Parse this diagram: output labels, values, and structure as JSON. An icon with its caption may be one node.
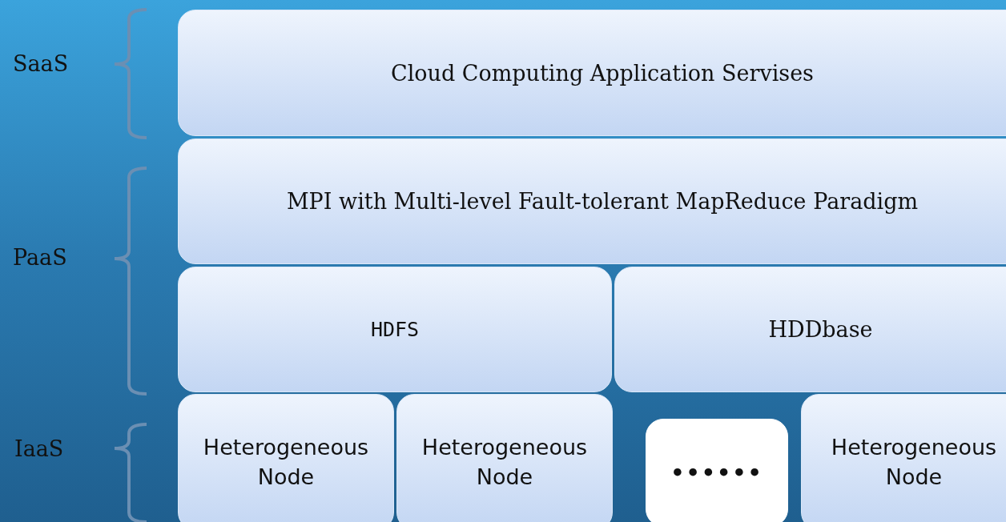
{
  "diagram": {
    "nodes": [
      {
        "text": [
          "Cloud Computing  Application Servises"
        ]
      },
      {
        "text": [
          "MPI with Multi-level Fault-tolerant MapReduce Paradigm"
        ]
      },
      {
        "text": [
          "HDFS"
        ]
      },
      {
        "text": [
          "HDDbase"
        ]
      },
      {
        "text": [
          "Heterogeneous Node"
        ]
      },
      {
        "text": [
          "Heterogeneous Node"
        ]
      },
      {
        "text": [
          "••••••"
        ]
      },
      {
        "text": [
          "Heterogeneous Node"
        ]
      }
    ],
    "labels": [
      "SaaS",
      "PaaS",
      "IaaS"
    ]
  }
}
